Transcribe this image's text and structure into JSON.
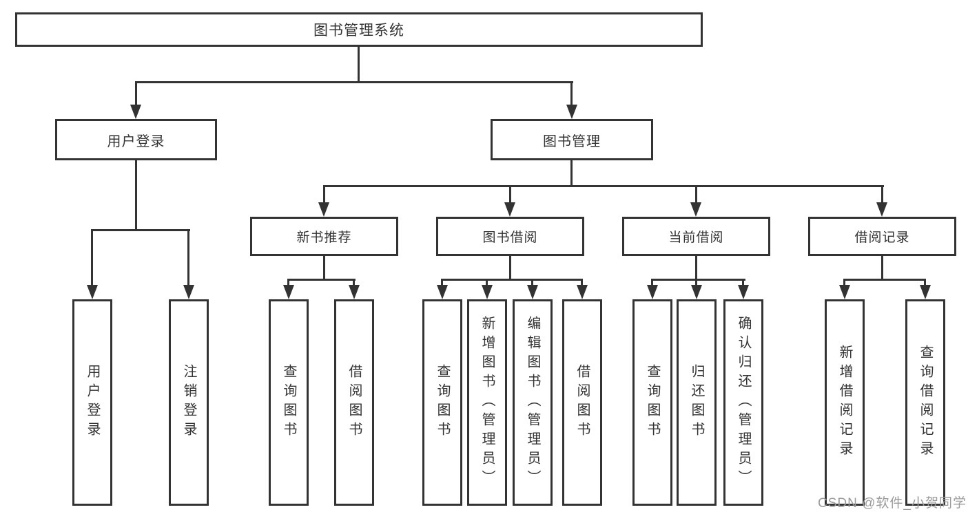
{
  "diagram_title": "图书管理系统",
  "tree": {
    "label": "图书管理系统",
    "children": [
      {
        "label": "用户登录",
        "children": [
          {
            "label": "用户登录"
          },
          {
            "label": "注销登录"
          }
        ]
      },
      {
        "label": "图书管理",
        "children": [
          {
            "label": "新书推荐",
            "children": [
              {
                "label": "查询图书"
              },
              {
                "label": "借阅图书"
              }
            ]
          },
          {
            "label": "图书借阅",
            "children": [
              {
                "label": "查询图书"
              },
              {
                "label": "新增图书（管理员）"
              },
              {
                "label": "编辑图书（管理员）"
              },
              {
                "label": "借阅图书"
              }
            ]
          },
          {
            "label": "当前借阅",
            "children": [
              {
                "label": "查询图书"
              },
              {
                "label": "归还图书"
              },
              {
                "label": "确认归还（管理员）"
              }
            ]
          },
          {
            "label": "借阅记录",
            "children": [
              {
                "label": "新增借阅记录"
              },
              {
                "label": "查询借阅记录"
              }
            ]
          }
        ]
      }
    ]
  },
  "watermark": {
    "text": "CSDN @软件_小贺同学",
    "color": "#9b9b9b"
  },
  "colors": {
    "line": "#333333",
    "box_border": "#333333",
    "text": "#333333",
    "background": "#ffffff"
  }
}
